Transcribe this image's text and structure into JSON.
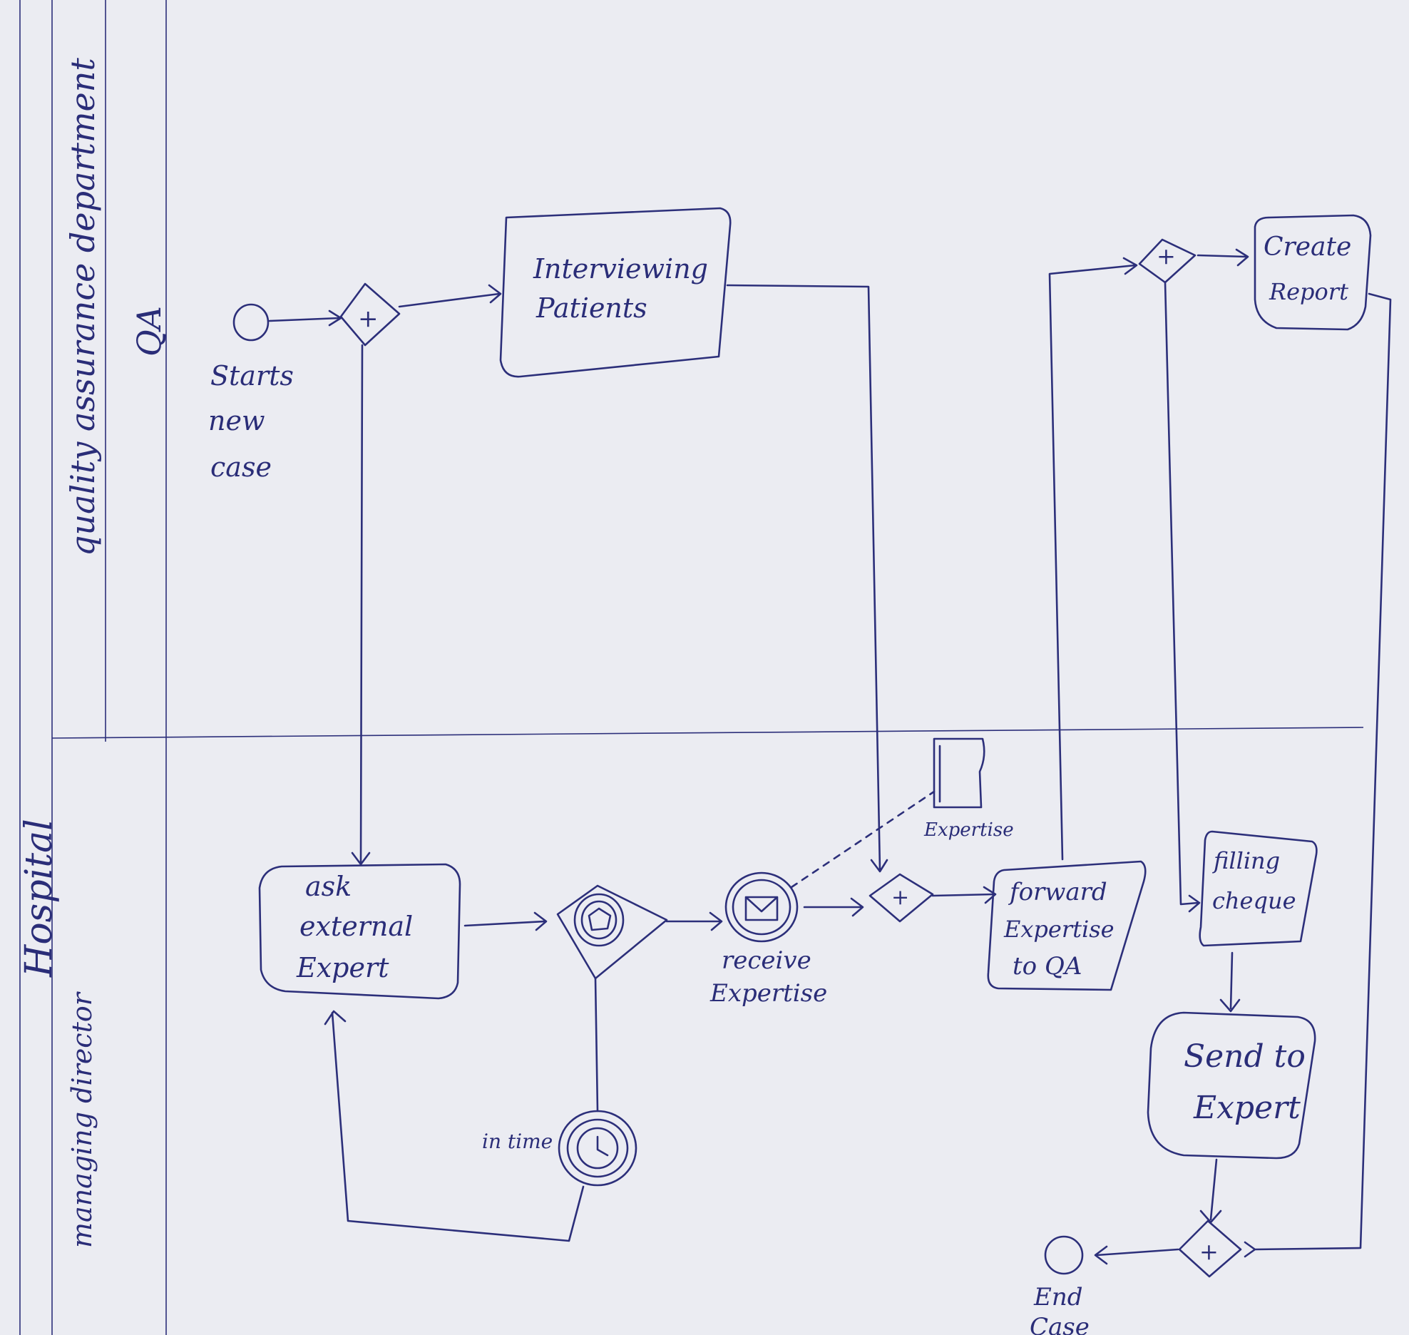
{
  "pool": {
    "name": "Hospital"
  },
  "lanes": [
    {
      "short": "QA",
      "name": "quality assurance department"
    },
    {
      "name": "managing director"
    }
  ],
  "events": {
    "start": [
      "Starts",
      "new",
      "case"
    ],
    "timer": "in time",
    "message": [
      "receive",
      "Expertise"
    ],
    "end": [
      "End",
      "Case"
    ]
  },
  "tasks": {
    "interviewing": [
      "Interviewing",
      "Patients"
    ],
    "create_report": [
      "Create",
      "Report"
    ],
    "ask_expert": [
      "ask",
      "external",
      "Expert"
    ],
    "forward": [
      "forward",
      "Expertise",
      "to QA"
    ],
    "filling": [
      "filling",
      "cheque"
    ],
    "send": [
      "Send to",
      "Expert"
    ]
  },
  "data_object": "Expertise",
  "gateway_symbols": {
    "parallel": "+"
  },
  "colors": {
    "ink": "#2c2f7a",
    "paper": "#ebecf2"
  }
}
